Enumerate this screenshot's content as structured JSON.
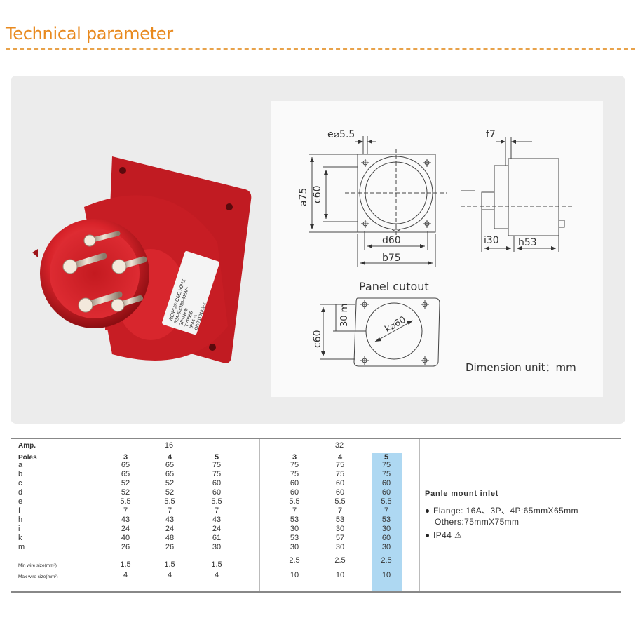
{
  "header": {
    "title": "Technical parameter"
  },
  "drawing": {
    "labels": {
      "e": "e⌀5.5",
      "f": "f7",
      "a": "a75",
      "c": "c60",
      "d": "d60",
      "b": "b75",
      "i": "i30",
      "h": "h53",
      "m": "30 m",
      "c2": "c60",
      "k": "k⌀60",
      "panel_cutout": "Panel cutout",
      "unit": "Dimension unit：mm"
    }
  },
  "product": {
    "label_lines": [
      "WEIPU® CEE 50HZ",
      "32A-6h/380-415V~",
      "3P+N+⊕",
      "TYP555",
      "IP44 ⚠",
      "GB/T11918.1-2"
    ]
  },
  "table": {
    "amp_label": "Amp.",
    "amp_16": "16",
    "amp_32": "32",
    "poles_label": "Poles",
    "rows": [
      {
        "label": "a",
        "v": [
          "65",
          "65",
          "75",
          "75",
          "75",
          "75"
        ]
      },
      {
        "label": "b",
        "v": [
          "65",
          "65",
          "75",
          "75",
          "75",
          "75"
        ]
      },
      {
        "label": "c",
        "v": [
          "52",
          "52",
          "60",
          "60",
          "60",
          "60"
        ]
      },
      {
        "label": "d",
        "v": [
          "52",
          "52",
          "60",
          "60",
          "60",
          "60"
        ]
      },
      {
        "label": "e",
        "v": [
          "5.5",
          "5.5",
          "5.5",
          "5.5",
          "5.5",
          "5.5"
        ]
      },
      {
        "label": "f",
        "v": [
          "7",
          "7",
          "7",
          "7",
          "7",
          "7"
        ]
      },
      {
        "label": "h",
        "v": [
          "43",
          "43",
          "43",
          "53",
          "53",
          "53"
        ]
      },
      {
        "label": "i",
        "v": [
          "24",
          "24",
          "24",
          "30",
          "30",
          "30"
        ]
      },
      {
        "label": "k",
        "v": [
          "40",
          "48",
          "61",
          "53",
          "57",
          "60"
        ]
      },
      {
        "label": "m",
        "v": [
          "26",
          "26",
          "30",
          "30",
          "30",
          "30"
        ]
      }
    ],
    "poles": [
      "3",
      "4",
      "5",
      "3",
      "4",
      "5"
    ],
    "min_wire_label": "Min wire size(mm²)",
    "min_wire": [
      "1.5",
      "1.5",
      "1.5",
      "2.5",
      "2.5",
      "2.5"
    ],
    "max_wire_label": "Max wire size(mm²)",
    "max_wire": [
      "4",
      "4",
      "4",
      "10",
      "10",
      "10"
    ]
  },
  "info": {
    "heading": "Panle mount inlet",
    "flange": "Flange: 16A、3P、4P:65mmX65mm",
    "others": "Others:75mmX75mm",
    "ip": "IP44"
  },
  "colors": {
    "title": "#e8891e",
    "highlight": "#aed8f2",
    "product_red": "#d8232a"
  }
}
